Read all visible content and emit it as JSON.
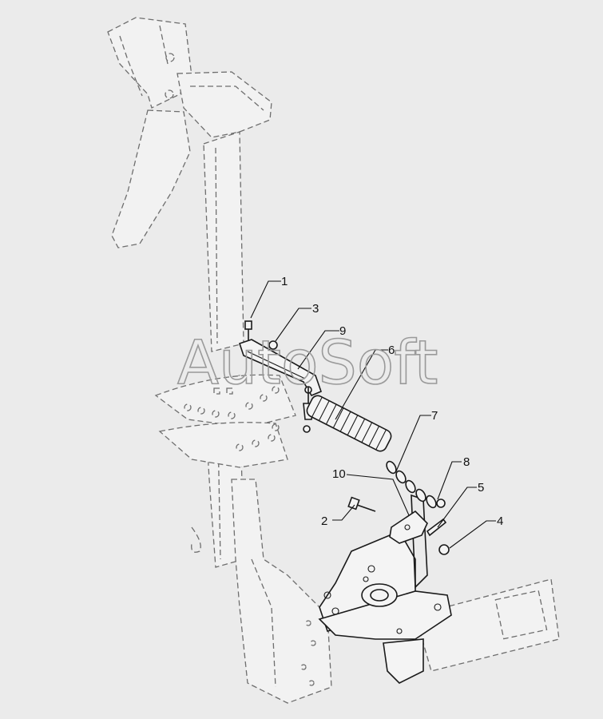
{
  "watermark": "AutoSoft",
  "callouts": [
    {
      "n": "1"
    },
    {
      "n": "2"
    },
    {
      "n": "3"
    },
    {
      "n": "4"
    },
    {
      "n": "5"
    },
    {
      "n": "6"
    },
    {
      "n": "7"
    },
    {
      "n": "8"
    },
    {
      "n": "9"
    },
    {
      "n": "10"
    }
  ]
}
